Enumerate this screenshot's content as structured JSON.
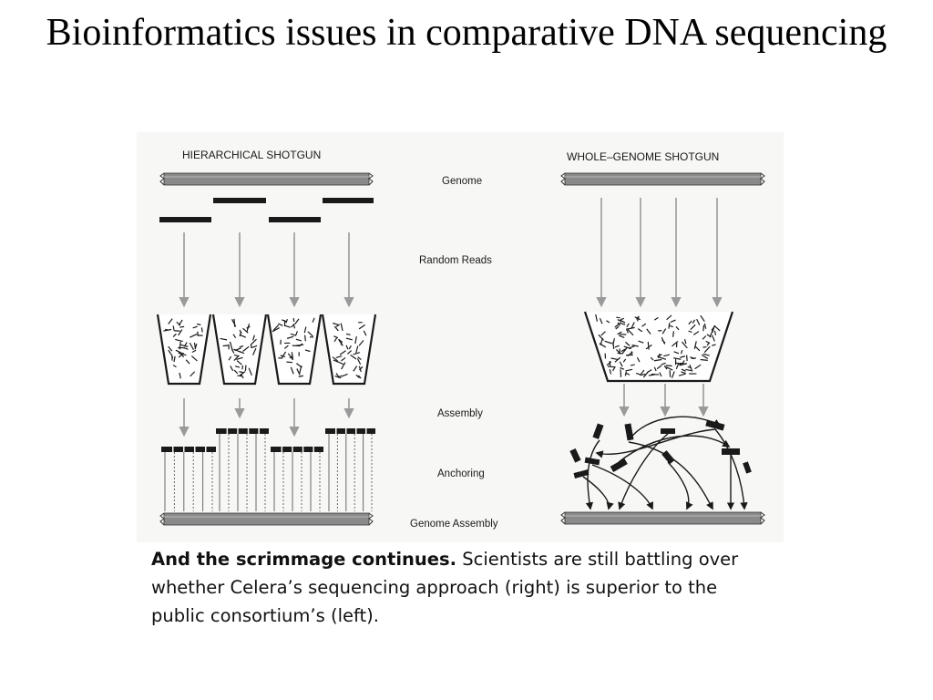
{
  "slide": {
    "title": "Bioinformatics issues in comparative DNA sequencing"
  },
  "figure": {
    "left_heading": "HIERARCHICAL SHOTGUN",
    "right_heading": "WHOLE–GENOME SHOTGUN",
    "steps": {
      "genome": "Genome",
      "random_reads": "Random Reads",
      "assembly": "Assembly",
      "anchoring": "Anchoring",
      "genome_assembly": "Genome Assembly"
    },
    "colors": {
      "ink": "#1a1a1a",
      "chromosome": "#8a8a8a",
      "arrow": "#9a9a9a",
      "paper": "#f7f7f5"
    }
  },
  "caption": {
    "bold": "And the scrimmage continues.",
    "text": " Scientists are still battling over whether Celera’s sequencing approach (right) is superior to the public consortium’s (left)."
  }
}
